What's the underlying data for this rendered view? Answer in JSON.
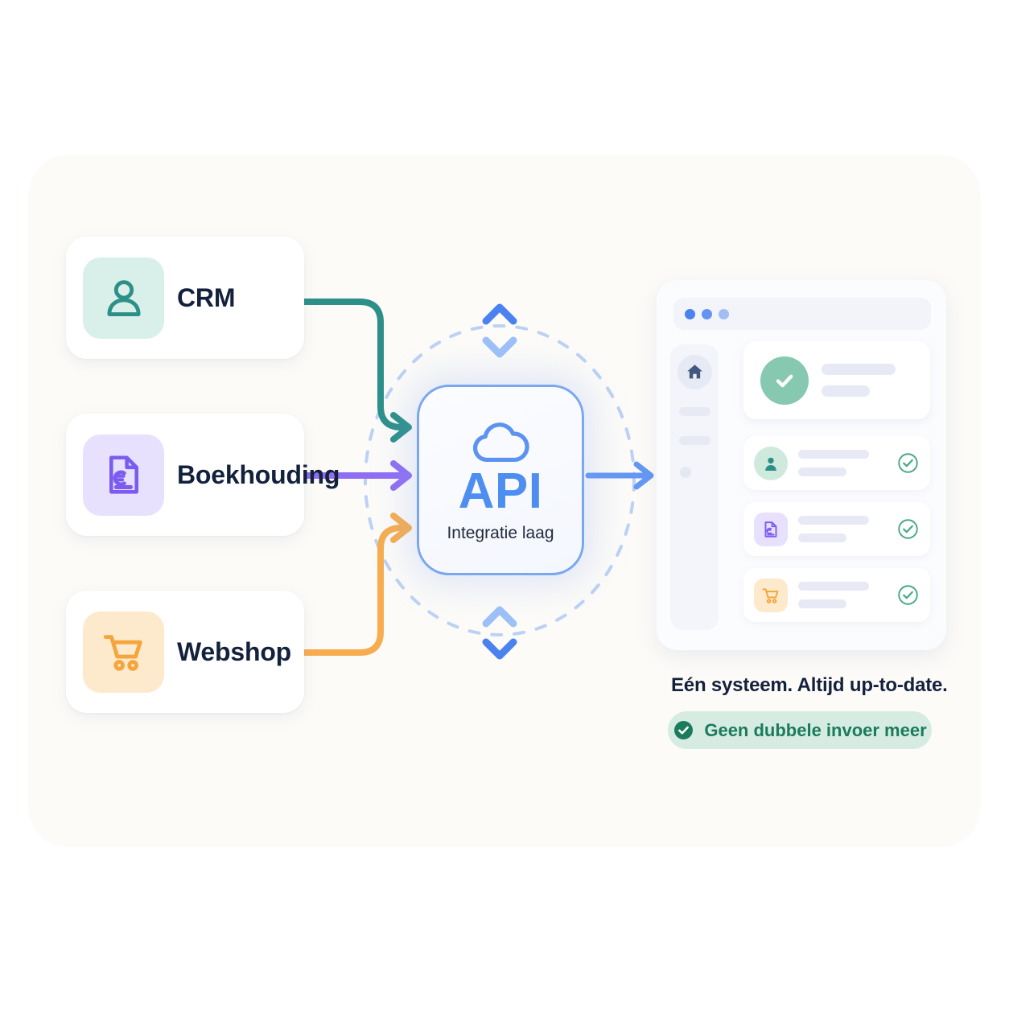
{
  "canvas": {
    "background": "#fcfbf8",
    "accent_blue": "#4d8ef0",
    "accent_teal": "#2c9089",
    "accent_purple": "#7c5cf0",
    "accent_orange": "#f5a53c",
    "accent_green": "#1b7b5d"
  },
  "sources": [
    {
      "label": "CRM",
      "icon": "person-icon",
      "icon_color": "#2c9089",
      "icon_bg": "#d9efe9",
      "wire_color": "#2c9089"
    },
    {
      "label": "Boekhouding",
      "icon": "euro-document-icon",
      "icon_color": "#7c5cf0",
      "icon_bg": "#e7e1fd",
      "wire_color": "#8f6ef2"
    },
    {
      "label": "Webshop",
      "icon": "shopping-cart-icon",
      "icon_color": "#f5a53c",
      "icon_bg": "#fdeacd",
      "wire_color": "#f7ad4f"
    }
  ],
  "api_node": {
    "icon": "cloud-icon",
    "title": "API",
    "subtitle": "Integratie laag",
    "border_color": "#7aa7f0",
    "text_color": "#4d8ef0",
    "orbit": "dashed-ellipse",
    "sync_arrows": [
      "sync-arrow-up",
      "sync-arrow-down"
    ]
  },
  "dashboard": {
    "window_dots": [
      "dot-blue",
      "dot-blue",
      "dot-blue-light"
    ],
    "sidebar": {
      "home_icon": "home-icon",
      "nav_bars": 2,
      "nav_dot": 1
    },
    "hero_card": {
      "icon": "check-circle-filled-icon",
      "icon_bg": "#87c8b0",
      "placeholder_lines": 2
    },
    "rows": [
      {
        "icon": "person-icon",
        "icon_color": "#2c9089",
        "icon_bg": "#cfeadd",
        "status_icon": "check-circle-outline-icon",
        "status_color": "#4aa888",
        "placeholder_lines": 2
      },
      {
        "icon": "euro-document-icon",
        "icon_color": "#7c5cf0",
        "icon_bg": "#e7e1fd",
        "status_icon": "check-circle-outline-icon",
        "status_color": "#4aa888",
        "placeholder_lines": 2
      },
      {
        "icon": "shopping-cart-icon",
        "icon_color": "#f5a53c",
        "icon_bg": "#fdeacd",
        "status_icon": "check-circle-outline-icon",
        "status_color": "#4aa888",
        "placeholder_lines": 2
      }
    ]
  },
  "caption": "Eén systeem. Altijd up-to-date.",
  "badge": {
    "icon": "check-circle-filled-icon",
    "label": "Geen dubbele invoer meer",
    "background": "#d6ece2",
    "text_color": "#1b7b5d"
  }
}
